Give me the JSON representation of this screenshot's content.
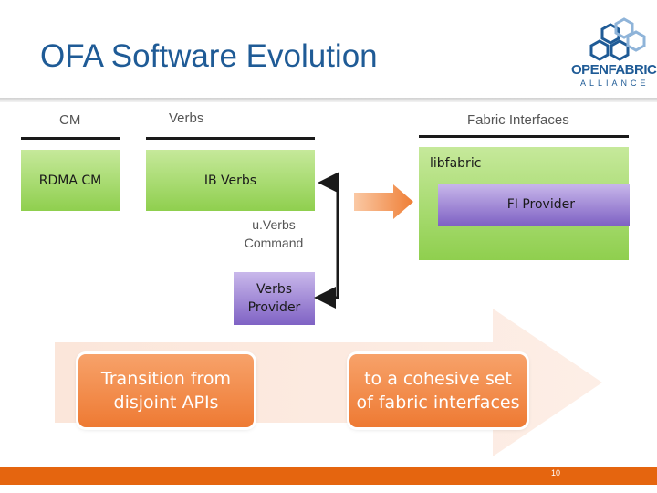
{
  "title": "OFA Software Evolution",
  "logo": {
    "line1": "OPENFABRICS",
    "line2": "ALLIANCE"
  },
  "columns": {
    "cm": "CM",
    "verbs": "Verbs",
    "fabric": "Fabric Interfaces"
  },
  "boxes": {
    "rdma_cm": "RDMA CM",
    "ib_verbs": "IB Verbs",
    "uverbs_line1": "u.Verbs",
    "uverbs_line2": "Command",
    "verbs_provider_line1": "Verbs",
    "verbs_provider_line2": "Provider",
    "libfabric": "libfabric",
    "fi_provider": "FI Provider"
  },
  "transition": {
    "from_line1": "Transition from",
    "from_line2": "disjoint APIs",
    "to_line1": "to a cohesive set",
    "to_line2": "of fabric interfaces"
  },
  "page_number": "10",
  "colors": {
    "title": "#1f5b96",
    "green": "#8fcf4e",
    "purple": "#7f62c4",
    "orange": "#ee7a33",
    "footer": "#e5650f"
  }
}
